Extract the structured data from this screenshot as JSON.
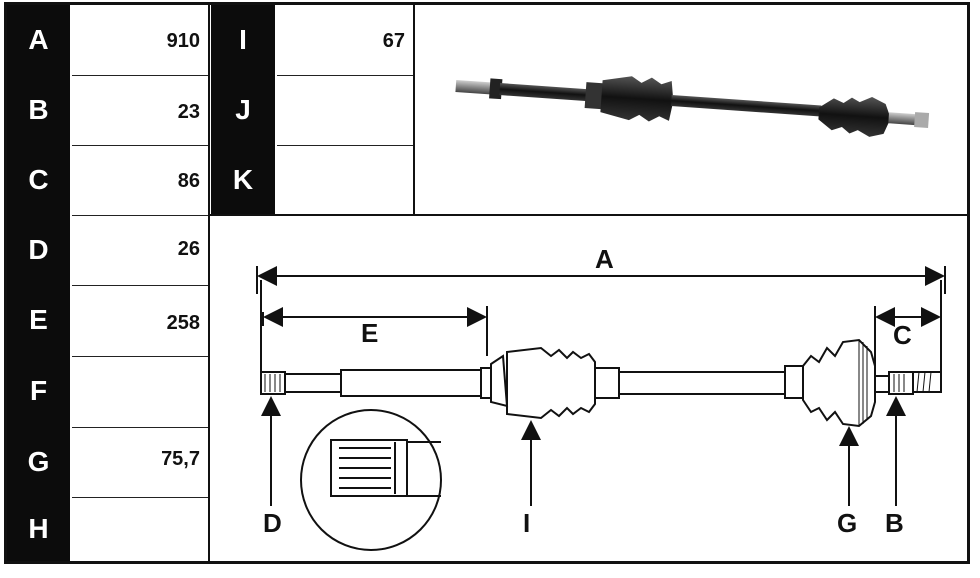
{
  "left_table": [
    {
      "label": "A",
      "value": "910"
    },
    {
      "label": "B",
      "value": "23"
    },
    {
      "label": "C",
      "value": "86"
    },
    {
      "label": "D",
      "value": "26"
    },
    {
      "label": "E",
      "value": "258"
    },
    {
      "label": "F",
      "value": ""
    },
    {
      "label": "G",
      "value": "75,7"
    },
    {
      "label": "H",
      "value": ""
    }
  ],
  "right_table": [
    {
      "label": "I",
      "value": "67"
    },
    {
      "label": "J",
      "value": ""
    },
    {
      "label": "K",
      "value": ""
    }
  ],
  "diagram_labels": {
    "A": "A",
    "B": "B",
    "C": "C",
    "D": "D",
    "E": "E",
    "G": "G",
    "I": "I"
  }
}
